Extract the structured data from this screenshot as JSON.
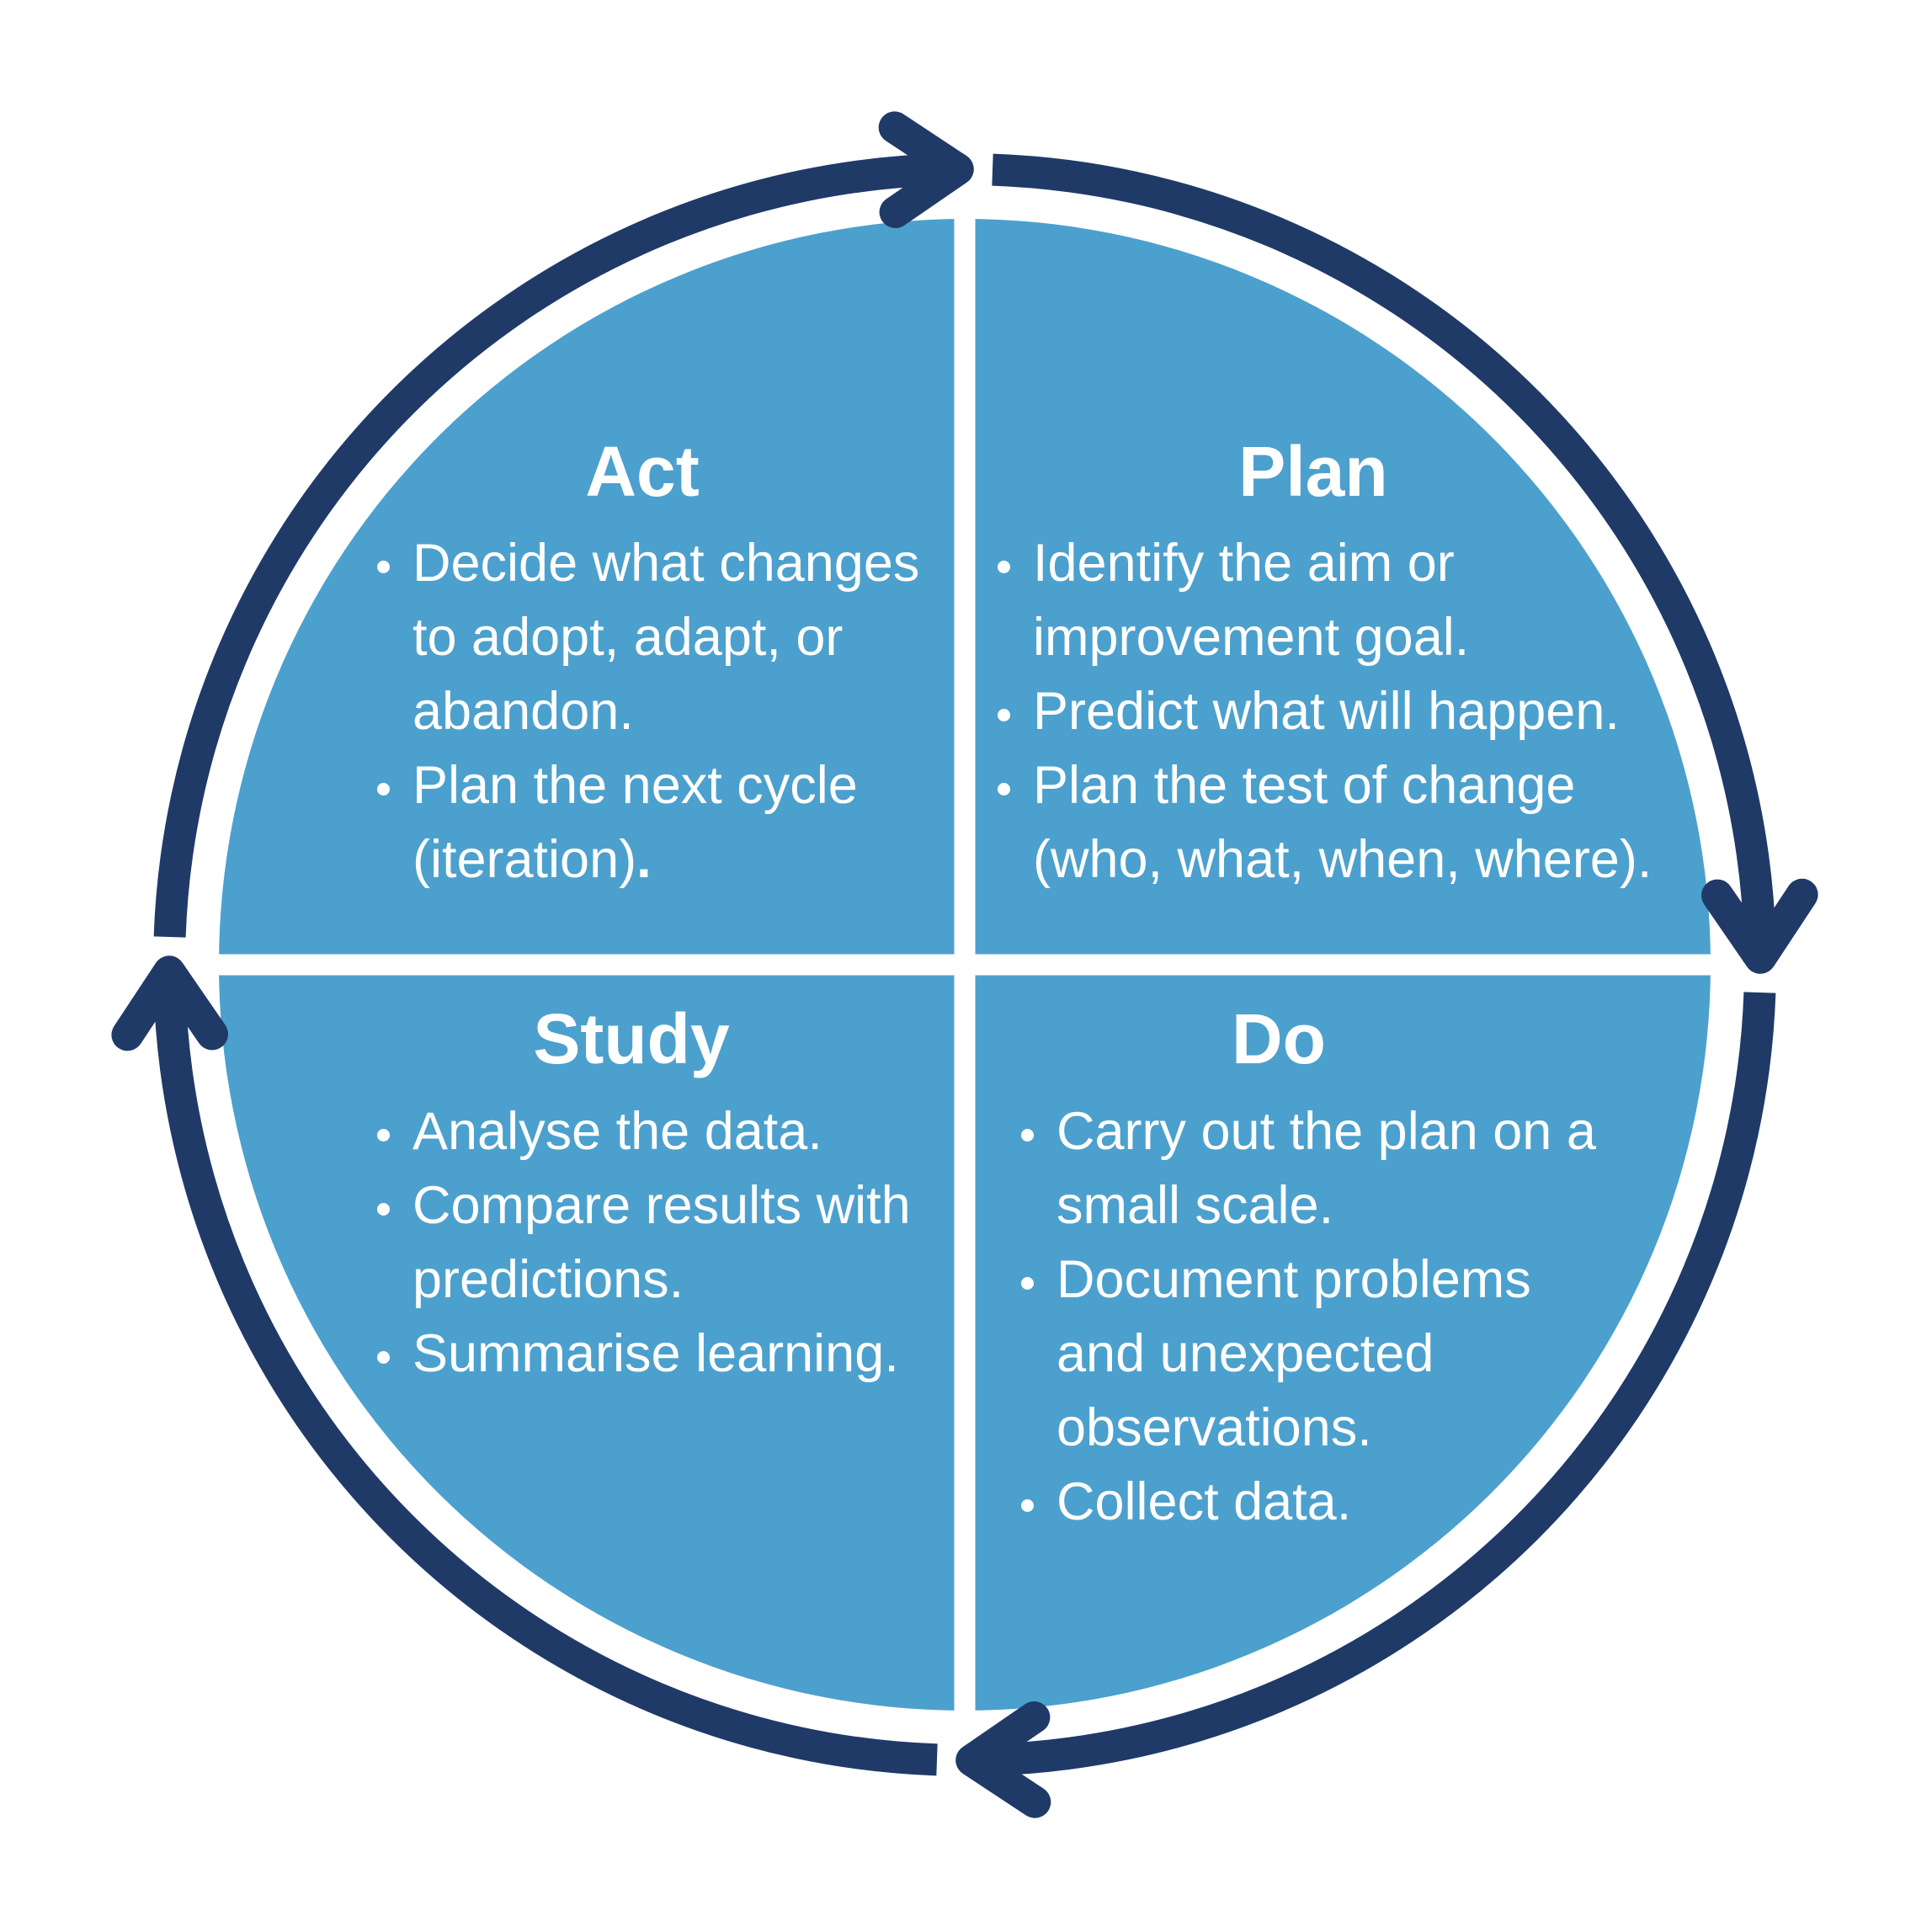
{
  "colors": {
    "background": "#ffffff",
    "disc_blue": "#4CA0CD",
    "arrow_navy": "#203A68",
    "divider_white": "#ffffff",
    "text_white": "#ffffff"
  },
  "cycle_arrows": {
    "direction": "clockwise",
    "items": [
      {
        "name": "cycle-arrow-top",
        "points": "right"
      },
      {
        "name": "cycle-arrow-right",
        "points": "down"
      },
      {
        "name": "cycle-arrow-bottom",
        "points": "left"
      },
      {
        "name": "cycle-arrow-left",
        "points": "up"
      }
    ]
  },
  "quadrants": [
    {
      "id": "act",
      "title": "Act",
      "bullets": [
        {
          "lines": [
            "Decide what changes",
            "to adopt, adapt, or",
            "abandon."
          ]
        },
        {
          "lines": [
            "Plan the next cycle",
            "(iteration)."
          ],
          "bold_last_char": true
        }
      ]
    },
    {
      "id": "plan",
      "title": "Plan",
      "bullets": [
        {
          "lines": [
            "Identify the aim or",
            "improvement goal."
          ]
        },
        {
          "lines": [
            "Predict what will happen."
          ]
        },
        {
          "lines": [
            "Plan the test of change",
            "(who, what, when, where)."
          ]
        }
      ]
    },
    {
      "id": "study",
      "title": "Study",
      "bullets": [
        {
          "lines": [
            "Analyse the data."
          ]
        },
        {
          "lines": [
            "Compare results with",
            "predictions."
          ]
        },
        {
          "lines": [
            "Summarise learning."
          ]
        }
      ]
    },
    {
      "id": "do",
      "title": "Do",
      "bullets": [
        {
          "lines": [
            "Carry out the plan on a",
            "small scale."
          ]
        },
        {
          "lines": [
            "Document problems",
            "and unexpected",
            "observations."
          ]
        },
        {
          "lines": [
            "Collect data."
          ]
        }
      ]
    }
  ]
}
